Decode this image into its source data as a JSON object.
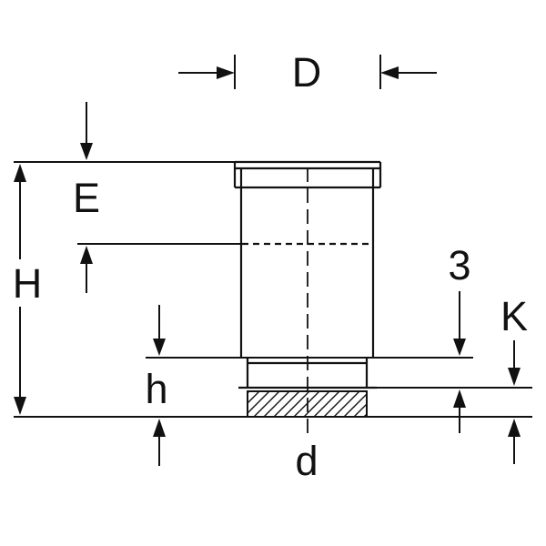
{
  "diagram": {
    "colors": {
      "line": "#111111",
      "background": "#ffffff"
    },
    "labels": {
      "outer_diameter_top": "D",
      "insertion_depth": "E",
      "overall_height": "H",
      "spigot_height": "h",
      "diameter_bottom": "d",
      "groove_height": "3",
      "seal_height": "K"
    }
  }
}
